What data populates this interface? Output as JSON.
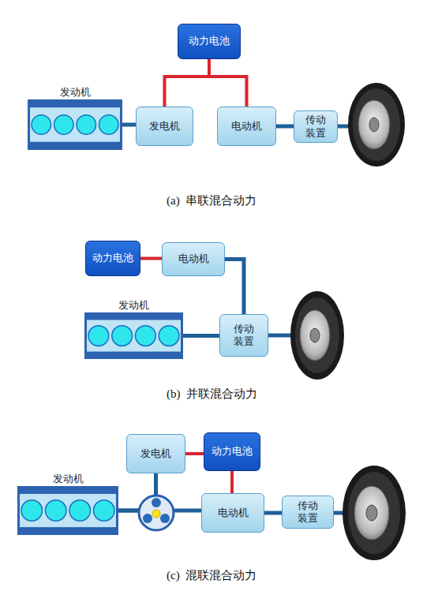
{
  "diagram": {
    "nodes": [
      {
        "text": [
          "动力电池"
        ]
      },
      {
        "text": [
          "发动机"
        ]
      },
      {
        "text": [
          "发电机"
        ]
      },
      {
        "text": [
          "电动机"
        ]
      },
      {
        "text": [
          "传动装置"
        ]
      },
      {
        "text": [
          "动力电池"
        ]
      },
      {
        "text": [
          "电动机"
        ]
      },
      {
        "text": [
          "发动机"
        ]
      },
      {
        "text": [
          "传动装置"
        ]
      },
      {
        "text": [
          "发电机"
        ]
      },
      {
        "text": [
          "动力电池"
        ]
      },
      {
        "text": [
          "发动机"
        ]
      },
      {
        "text": [
          "电动机"
        ]
      },
      {
        "text": [
          "传动装置"
        ]
      }
    ],
    "edges": [
      {
        "from": 0,
        "to": 2,
        "arrow": "none"
      },
      {
        "from": 0,
        "to": 3,
        "arrow": "none"
      },
      {
        "from": 1,
        "to": 2,
        "arrow": "none"
      },
      {
        "from": 3,
        "to": 4,
        "arrow": "none"
      },
      {
        "from": 5,
        "to": 6,
        "arrow": "none"
      },
      {
        "from": 6,
        "to": 8,
        "arrow": "none"
      },
      {
        "from": 7,
        "to": 8,
        "arrow": "none"
      },
      {
        "from": 9,
        "to": 10,
        "arrow": "none"
      },
      {
        "from": 10,
        "to": 12,
        "arrow": "none"
      },
      {
        "from": 11,
        "to": 9,
        "arrow": "none"
      },
      {
        "from": 11,
        "to": 12,
        "arrow": "none"
      },
      {
        "from": 12,
        "to": 13,
        "arrow": "none"
      }
    ],
    "labels": [
      "(a)  串联混合动力",
      "(b)  并联混合动力",
      "(c)  混联混合动力"
    ]
  }
}
